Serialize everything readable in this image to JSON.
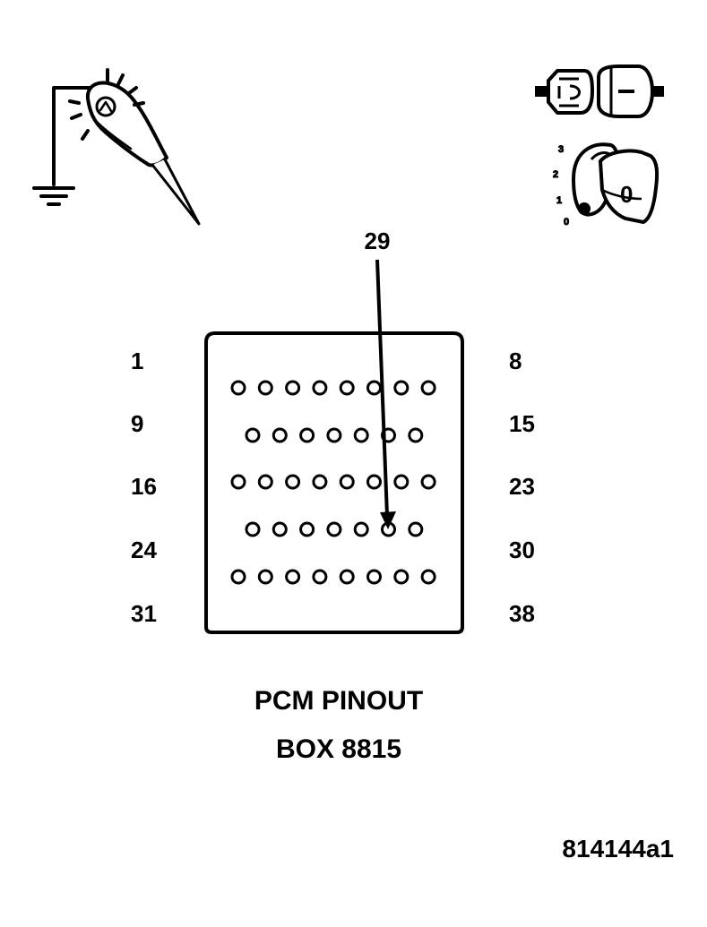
{
  "callout": {
    "pin": "29"
  },
  "row_labels": {
    "left": [
      "1",
      "9",
      "16",
      "24",
      "31"
    ],
    "right": [
      "8",
      "15",
      "23",
      "30",
      "38"
    ]
  },
  "connector": {
    "rows": [
      {
        "first_pin": 1,
        "count": 8
      },
      {
        "first_pin": 9,
        "count": 7
      },
      {
        "first_pin": 16,
        "count": 8
      },
      {
        "first_pin": 24,
        "count": 7
      },
      {
        "first_pin": 31,
        "count": 8
      }
    ],
    "highlighted_pin": 29
  },
  "caption": {
    "line1": "PCM PINOUT",
    "line2": "BOX 8815"
  },
  "figure_code": "814144a1",
  "icons": {
    "probe": "ground-probe-test-light-icon",
    "connector_plug": "disconnected-connector-icon",
    "ignition_key": "ignition-key-off-icon"
  },
  "ignition_positions": [
    "3",
    "2",
    "1",
    "0"
  ],
  "key_label": "0"
}
